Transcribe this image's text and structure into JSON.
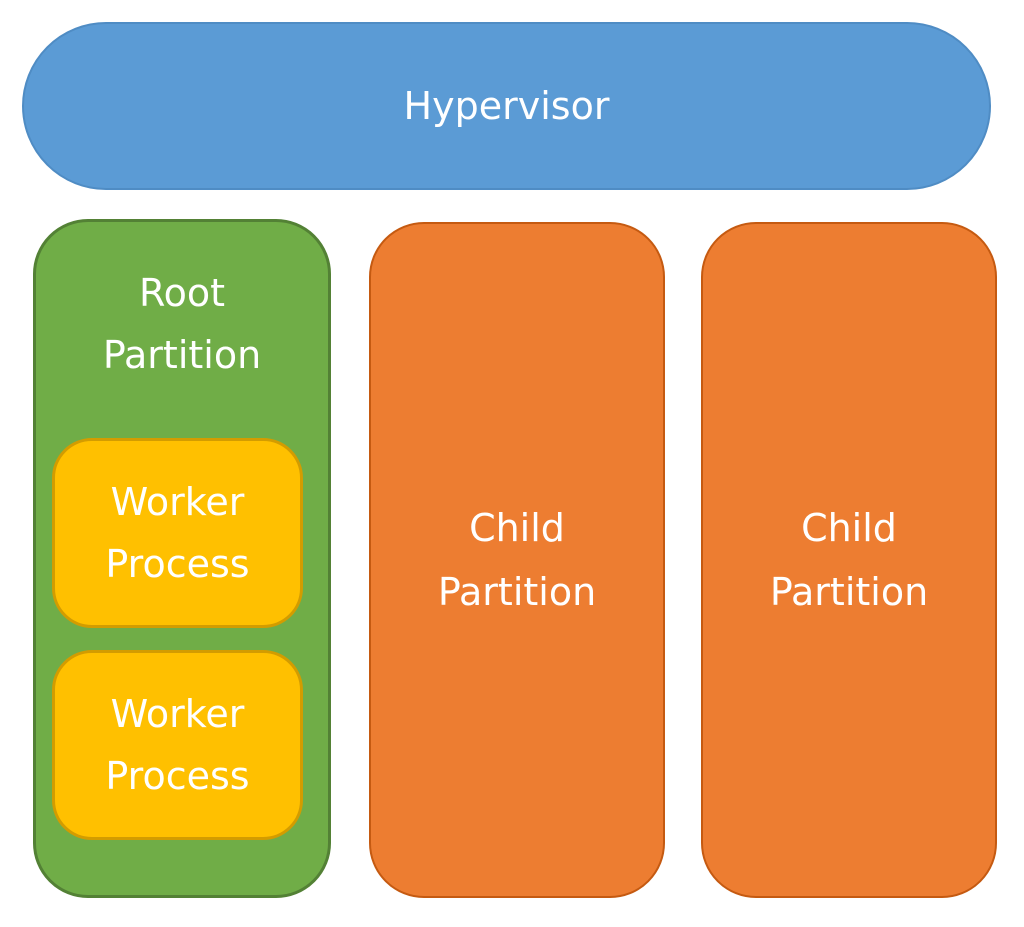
{
  "hypervisor": {
    "label": "Hypervisor"
  },
  "root_partition": {
    "label_line1": "Root",
    "label_line2": "Partition",
    "workers": [
      {
        "line1": "Worker",
        "line2": "Process"
      },
      {
        "line1": "Worker",
        "line2": "Process"
      }
    ]
  },
  "child_partitions": [
    {
      "line1": "Child",
      "line2": "Partition"
    },
    {
      "line1": "Child",
      "line2": "Partition"
    }
  ],
  "colors": {
    "hypervisor": "#5b9bd5",
    "root_partition": "#70ad47",
    "worker_process": "#ffc000",
    "child_partition": "#ed7d31"
  }
}
